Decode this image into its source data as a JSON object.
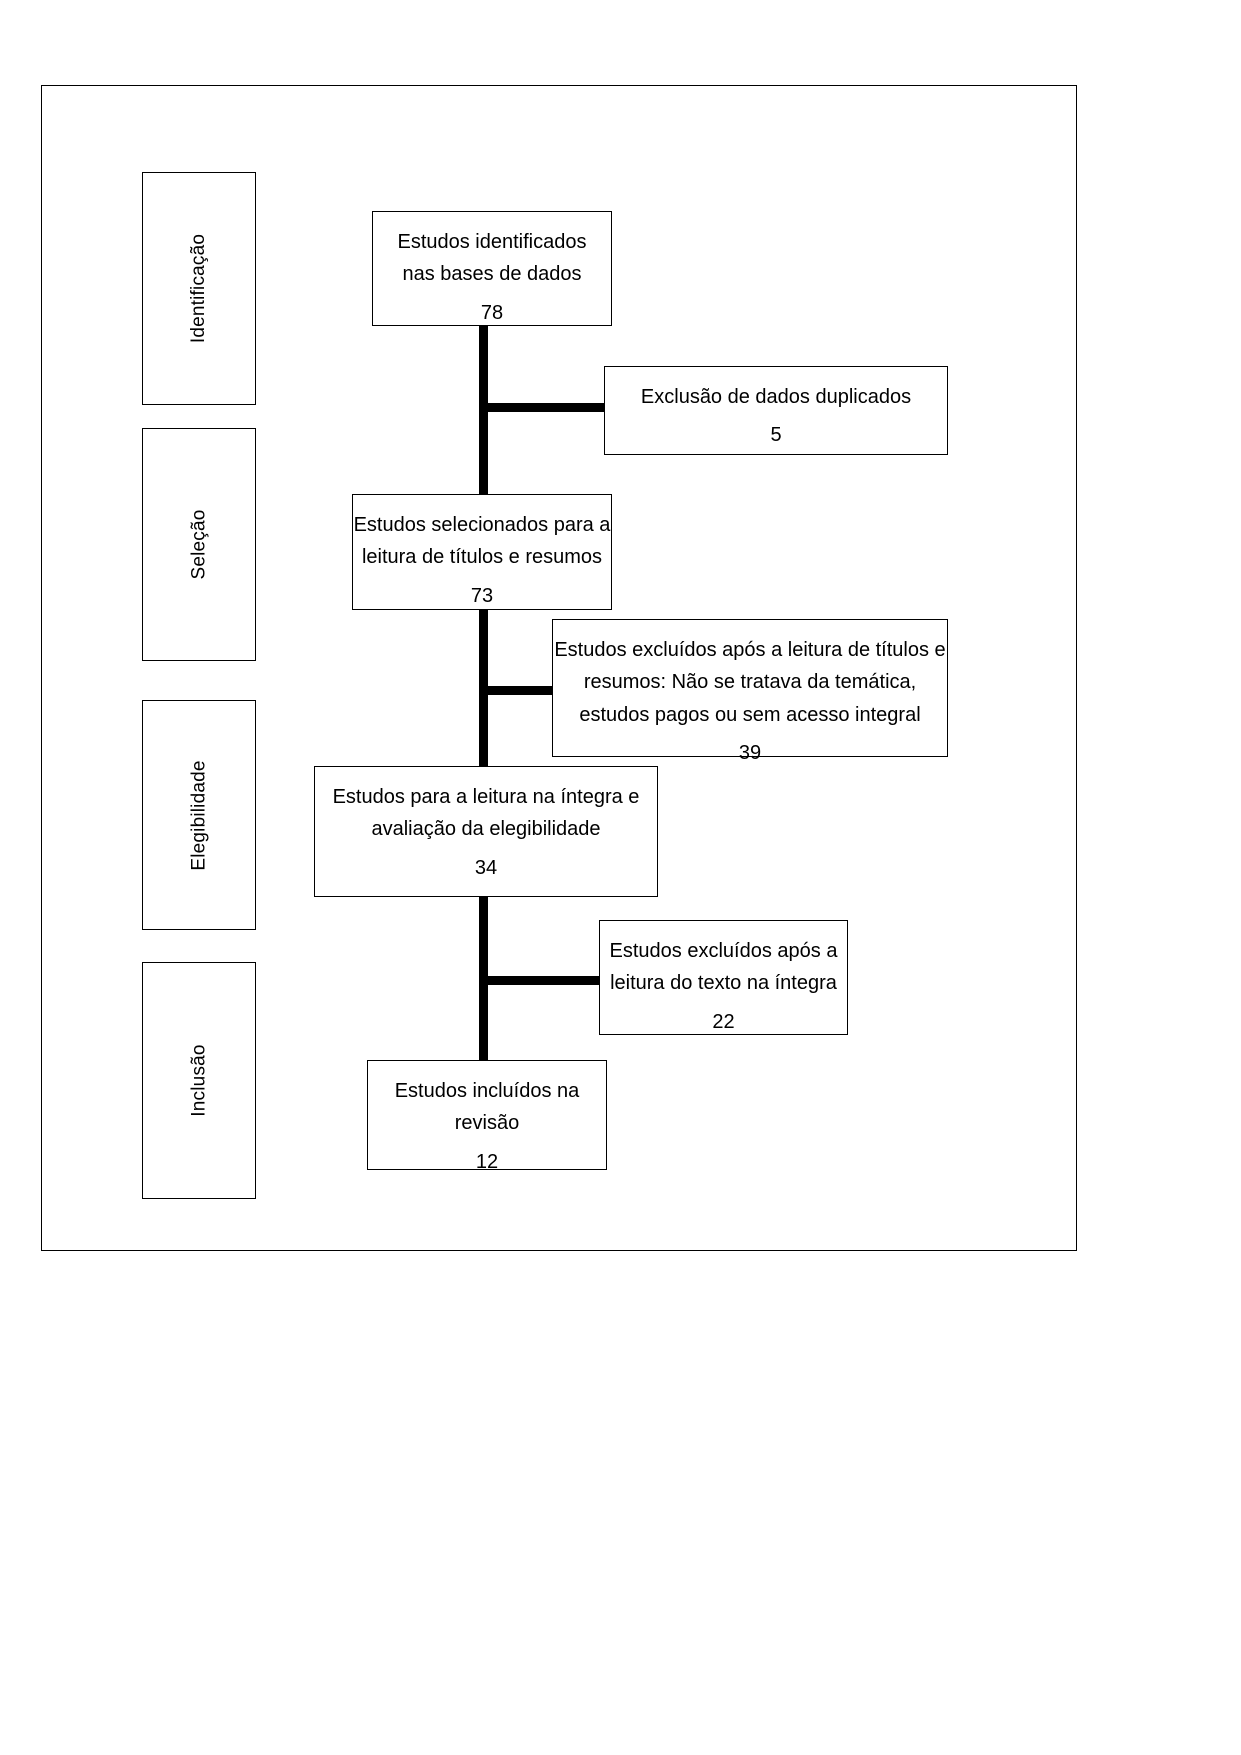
{
  "diagram": {
    "type": "prisma-flow-diagram",
    "language": "pt-BR",
    "stages": [
      {
        "id": "identificacao",
        "label": "Identificação"
      },
      {
        "id": "selecao",
        "label": "Seleção"
      },
      {
        "id": "elegibilidade",
        "label": "Elegibilidade"
      },
      {
        "id": "inclusao",
        "label": "Inclusão"
      }
    ],
    "main_boxes": [
      {
        "id": "identificados",
        "stage": "identificacao",
        "lines": [
          "Estudos identificados",
          "nas bases de dados"
        ],
        "count": "78"
      },
      {
        "id": "selecionados",
        "stage": "selecao",
        "lines": [
          "Estudos selecionados para a",
          "leitura de títulos e resumos"
        ],
        "count": "73"
      },
      {
        "id": "leitura-integra",
        "stage": "elegibilidade",
        "lines": [
          "Estudos para a leitura na íntegra e",
          "avaliação da elegibilidade"
        ],
        "count": "34"
      },
      {
        "id": "incluidos",
        "stage": "inclusao",
        "lines": [
          "Estudos incluídos na",
          "revisão"
        ],
        "count": "12"
      }
    ],
    "exclusion_boxes": [
      {
        "id": "duplicados",
        "lines": [
          "Exclusão de dados duplicados"
        ],
        "count": "5"
      },
      {
        "id": "excluidos-titulos-resumos",
        "lines": [
          "Estudos excluídos após a leitura de títulos e",
          "resumos: Não se tratava da temática,",
          "estudos pagos ou sem acesso integral"
        ],
        "count": "39"
      },
      {
        "id": "excluidos-texto-integra",
        "lines": [
          "Estudos excluídos após a",
          "leitura do texto na íntegra"
        ],
        "count": "22"
      }
    ],
    "colors": {
      "stroke": "#000000",
      "background": "#ffffff",
      "text": "#000000"
    }
  }
}
